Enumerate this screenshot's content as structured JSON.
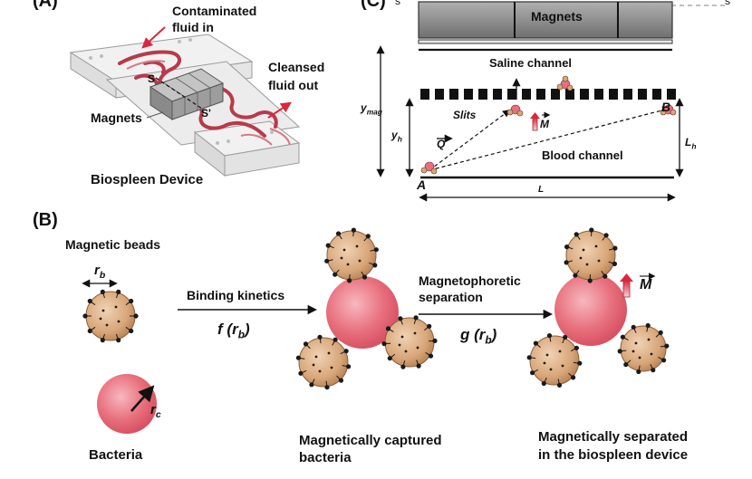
{
  "panel_a": {
    "label": "(A)",
    "inlet_label_1": "Contaminated",
    "inlet_label_2": "fluid in",
    "outlet_label_1": "Cleansed",
    "outlet_label_2": "fluid out",
    "magnets_label": "Magnets",
    "s_label": "S",
    "s_prime_label": "S'",
    "device_title": "Biospleen Device"
  },
  "panel_c": {
    "label": "(C)",
    "s_label": "s",
    "s_prime_label": "s'",
    "magnets_label": "Magnets",
    "saline_label": "Saline channel",
    "slits_label": "Slits",
    "blood_label": "Blood channel",
    "ymag_main": "y",
    "ymag_sub": "mag",
    "yh_main": "y",
    "yh_sub": "h",
    "q_label": "Q",
    "m_label": "M",
    "point_a_label": "A",
    "point_b_label": "B",
    "lh_main": "L",
    "lh_sub": "h",
    "l_label": "L"
  },
  "panel_b": {
    "label": "(B)",
    "beads_title": "Magnetic beads",
    "rb_main": "r",
    "rb_sub": "b",
    "rc_main": "r",
    "rc_sub": "c",
    "bacteria_label": "Bacteria",
    "binding_label": "Binding kinetics",
    "f_main": "f",
    "f_arg_main": "r",
    "f_arg_sub": "b",
    "mag_sep_line1": "Magnetophoretic",
    "mag_sep_line2": "separation",
    "g_main": "g",
    "g_arg_main": "r",
    "g_arg_sub": "b",
    "m_label": "M",
    "captured_line1": "Magnetically captured",
    "captured_line2": "bacteria",
    "separated_line1": "Magnetically separated",
    "separated_line2": "in the biospleen device"
  },
  "colors": {
    "bead_fill": "#d8a679",
    "bead_stroke": "#5a3b22",
    "bacteria_fill": "#e8707d",
    "channel_red": "#b83a4a",
    "magnet_gray": "#8a8a8a",
    "arrow_red": "#d9283c"
  }
}
